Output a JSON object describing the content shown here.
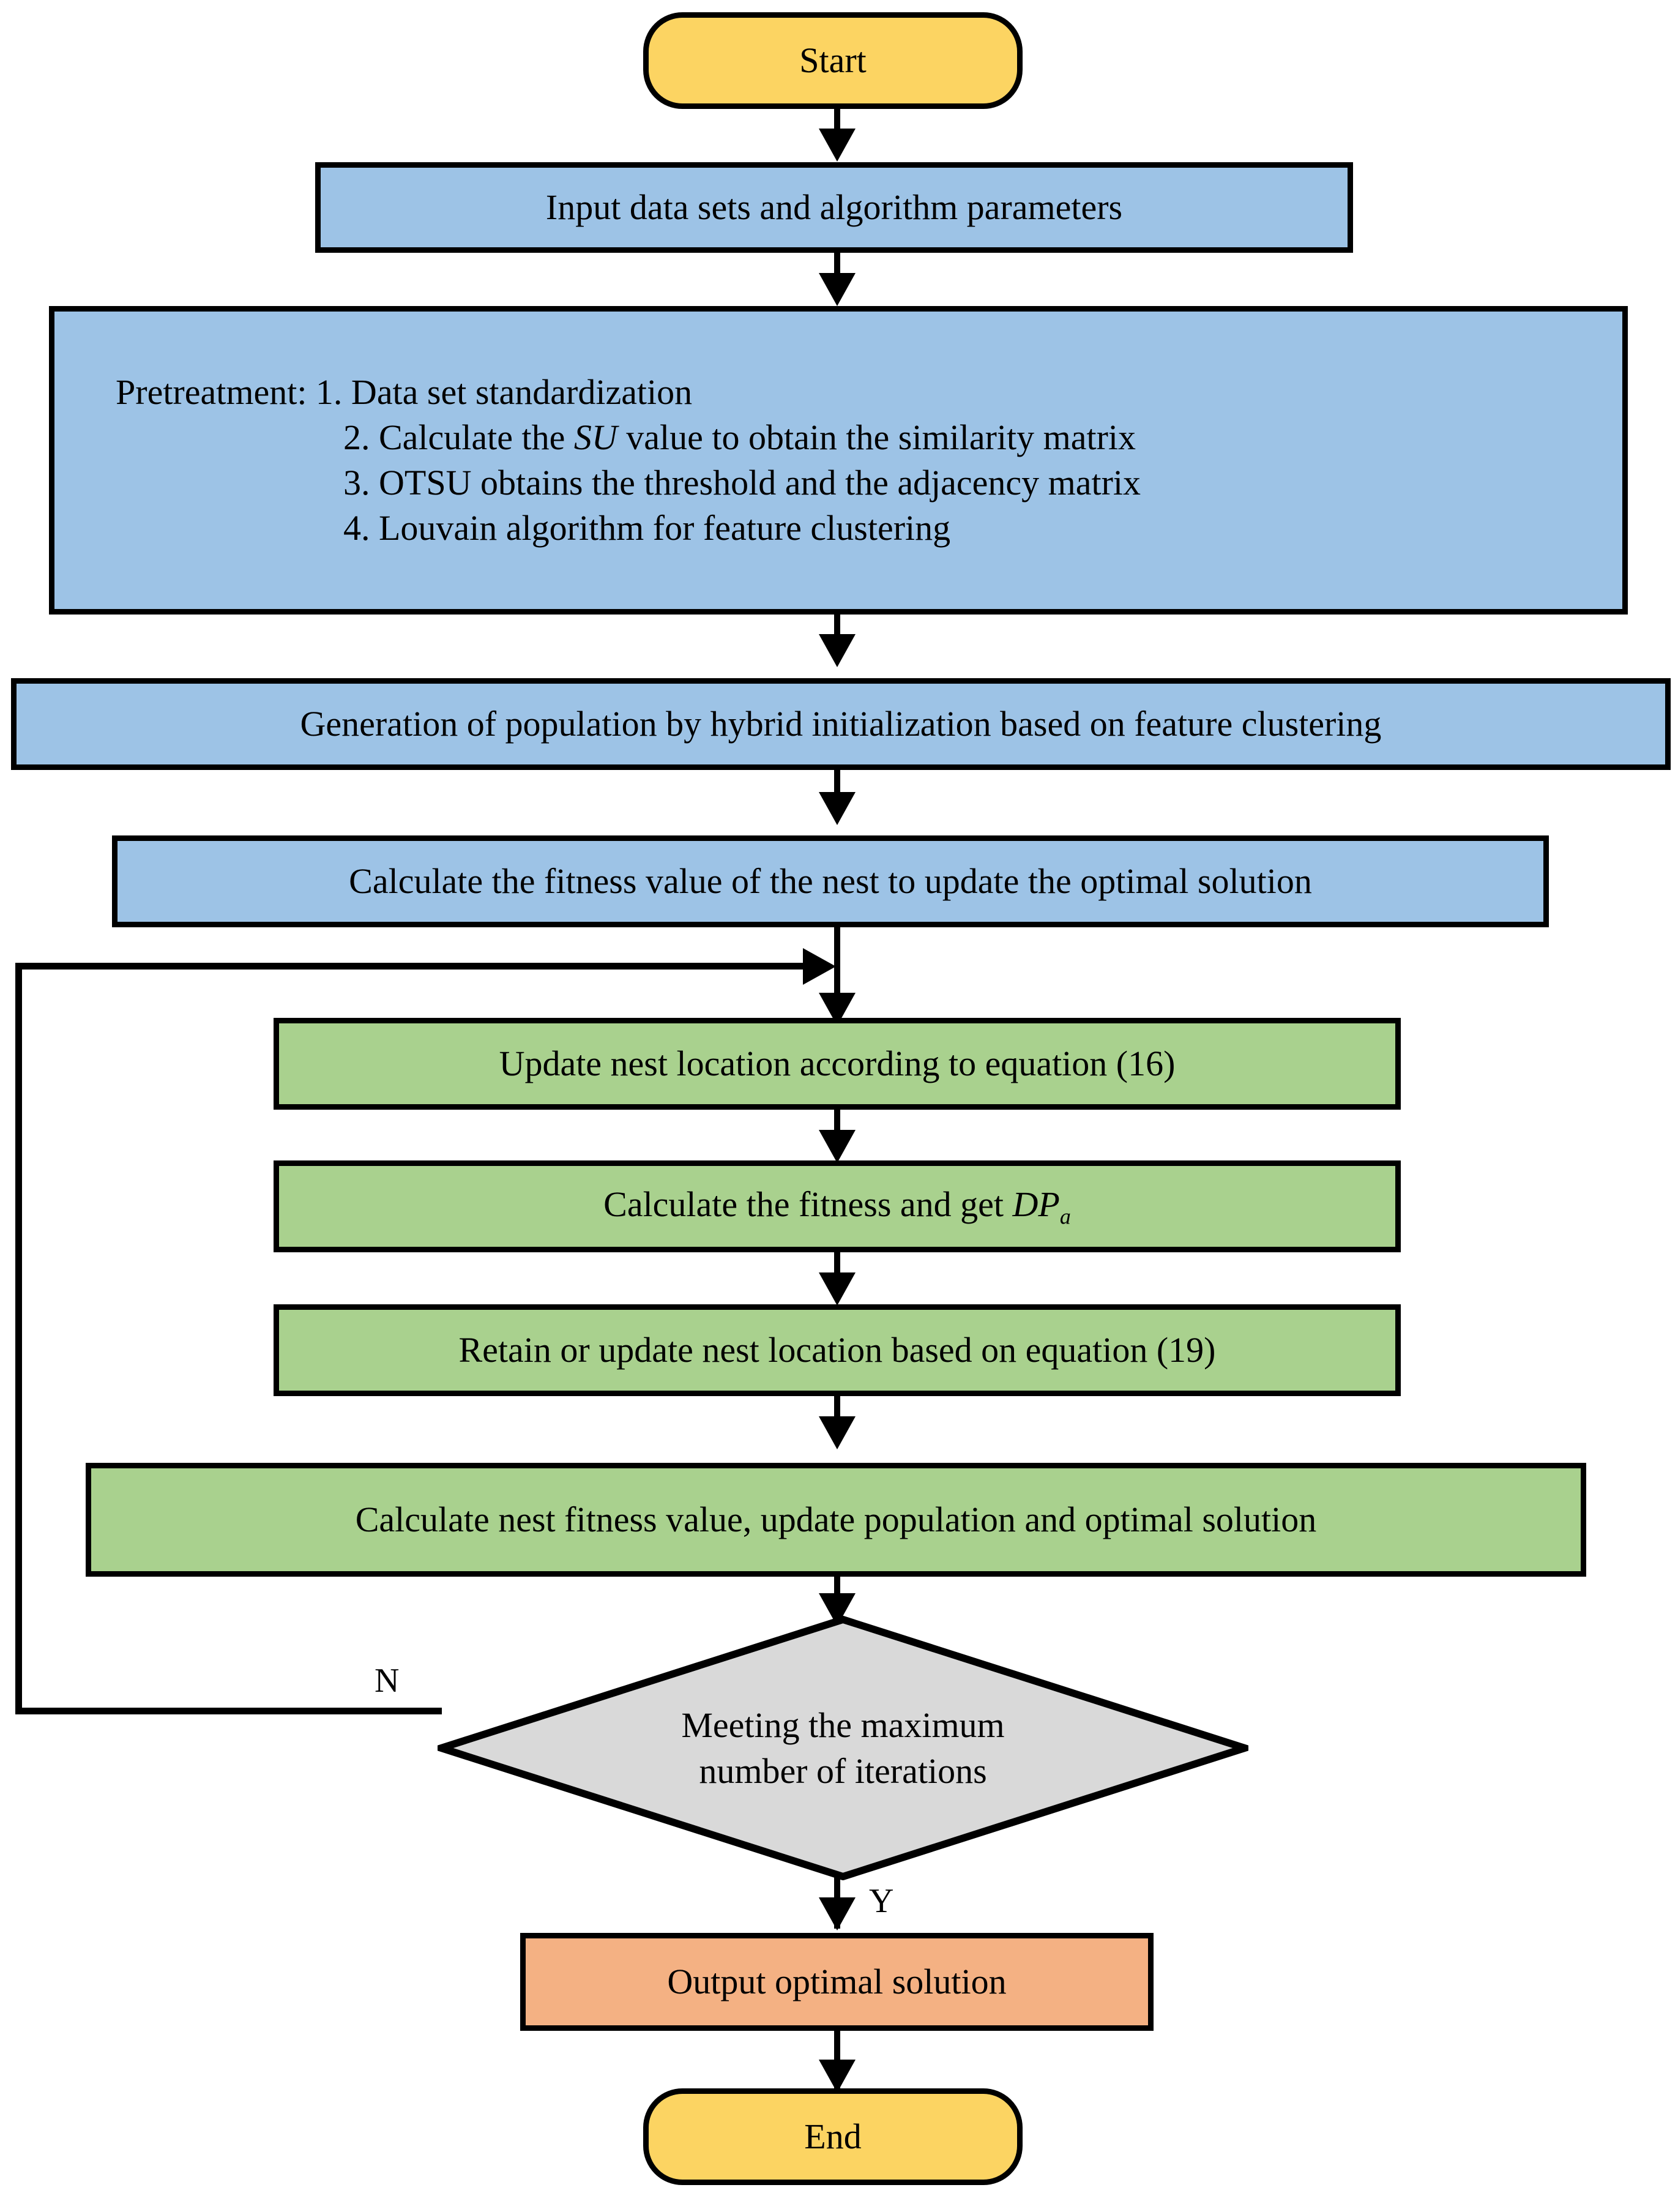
{
  "diagram": {
    "title_semantic": "algorithm-flowchart",
    "colors": {
      "start_end_fill": "#FCD462",
      "process_blue_fill": "#9DC3E6",
      "process_green_fill": "#A9D18E",
      "output_fill": "#F4B183",
      "decision_fill": "#D9D9D9",
      "stroke": "#000000",
      "background": "#FFFFFF"
    },
    "nodes": {
      "start": {
        "label": "Start",
        "shape": "terminator"
      },
      "input": {
        "label": "Input data sets and algorithm parameters",
        "shape": "process"
      },
      "pretreatment": {
        "shape": "process",
        "line1": "Pretreatment: 1. Data set standardization",
        "line2_pre": "2. Calculate the ",
        "line2_italic": "SU",
        "line2_post": " value to obtain the similarity matrix",
        "line3": "3. OTSU obtains the threshold and the adjacency matrix",
        "line4": "4. Louvain algorithm for feature clustering"
      },
      "generation": {
        "label": "Generation of population by hybrid initialization based on feature clustering",
        "shape": "process"
      },
      "calc_fitness_nest": {
        "label": "Calculate the fitness value of the nest to update the optimal solution",
        "shape": "process"
      },
      "update_nest": {
        "label": "Update nest location according to equation (16)",
        "shape": "process"
      },
      "calc_dp": {
        "shape": "process",
        "text_pre": "Calculate the fitness  and get ",
        "text_italic": "DP",
        "text_sub": "a"
      },
      "retain_update": {
        "label": "Retain or update nest location based on equation (19)",
        "shape": "process"
      },
      "calc_nest_pop": {
        "label": "Calculate nest fitness value, update population and optimal solution",
        "shape": "process"
      },
      "decision": {
        "shape": "decision",
        "line1": "Meeting the maximum",
        "line2": "number of iterations"
      },
      "output": {
        "label": "Output optimal solution",
        "shape": "process"
      },
      "end": {
        "label": "End",
        "shape": "terminator"
      }
    },
    "edge_labels": {
      "no_branch": "N",
      "yes_branch": "Y"
    }
  }
}
